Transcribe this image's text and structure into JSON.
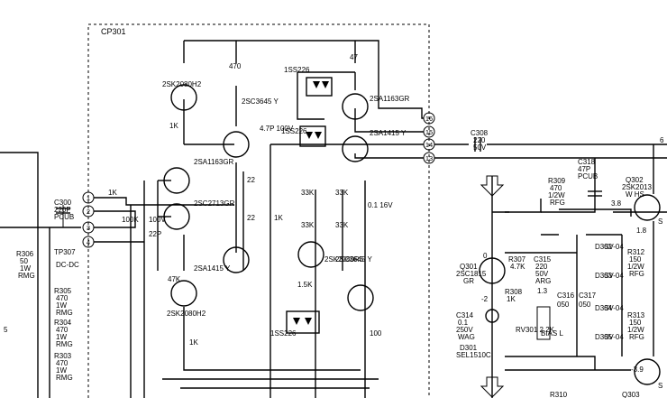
{
  "block": {
    "name": "CP301"
  },
  "pins_left": [
    "1",
    "2",
    "3",
    "4"
  ],
  "pins_right": [
    "16",
    "15",
    "14",
    "13"
  ],
  "labels": {
    "q_top": "2SK2080H2",
    "r470_top": "470",
    "r1k_a": "1K",
    "q_2sc3645_top": "2SC3645 Y",
    "c47p": "4.7P 100V",
    "d1ss226_top": "1SS226",
    "d1ss226_mid": "1SS226",
    "r47_top": "47",
    "q_2sa1163gr": "2SA1163GR",
    "q_2sa1163gr_r": "2SA1163GR",
    "q_2sa1415_r": "2SA1415 Y",
    "q_2sc2713": "2SC2713GR",
    "r22_a": "22",
    "r22_b": "22",
    "r1k_b": "1K",
    "c300": "C300",
    "c300v": "220P",
    "c300t": "PCUB",
    "r1k_in": "1K",
    "r100k": "100K",
    "c22p": "22P",
    "c100v": "100V",
    "tp307": "TP307",
    "dcdc": "DC-DC",
    "r306": "R306",
    "r306v": "50",
    "r306w": "1W",
    "r306t": "RMG",
    "r305": "R305",
    "r305v": "470",
    "r305w": "1W",
    "r305t": "RMG",
    "r304": "R304",
    "r304v": "470",
    "r304w": "1W",
    "r304t": "RMG",
    "r303": "R303",
    "r303v": "470",
    "r303w": "1W",
    "r303t": "RMG",
    "left_5": "5",
    "q_2sa1415_bot": "2SA1415 Y",
    "r47k": "47K",
    "q_2sk2080_bot": "2SK2080H2",
    "r1k_c": "1K",
    "r33k_a": "33K",
    "r33k_b": "33K",
    "r33k_c": "33K",
    "r33k_d": "33K",
    "c01": "0.1 16V",
    "q_2sk2080r5": "2SK2080R5",
    "r15k": "1.5K",
    "q_2sc3645_bot": "2SC3645 Y",
    "r100": "100",
    "d1ss226_bot": "1SS226",
    "c308": "C308",
    "c308v": "220",
    "c308w": "50V",
    "c318": "C318",
    "c318v": "47P",
    "c318t": "PCUB",
    "q302": "Q302",
    "q302t": "2SK2013",
    "q302u": "W HS",
    "r309": "R309",
    "r309v": "470",
    "r309w": "1/2W",
    "r309t": "RFG",
    "v38": "3.8",
    "v18": "1.8",
    "v39": "-3.9",
    "r312": "R312",
    "r312v": "150",
    "r312w": "1/2W",
    "r312t": "RFG",
    "r313": "R313",
    "r313v": "150",
    "r313w": "1/2W",
    "r313t": "RFG",
    "d302": "D302",
    "d302t": "SV-04",
    "d303": "D303",
    "d303t": "SV-04",
    "d304": "D304",
    "d304t": "SV-04",
    "d305": "D305",
    "d305t": "SV-04",
    "q301": "Q301",
    "q301t": "2SC1815",
    "q301u": "GR",
    "r307": "R307",
    "r307v": "4.7K",
    "c315": "C315",
    "c315v": "220",
    "c315w": "50V",
    "c315t": "ARG",
    "c316": "C316",
    "c316v": "050",
    "c317": "C317",
    "c317v": "050",
    "r308": "R308",
    "r308v": "1K",
    "rv301": "RV301 2.2K",
    "bias": "BIAS L",
    "c314": "C314",
    "c314v": "0.1",
    "c314w": "250V",
    "c314t": "WAG",
    "d301": "D301",
    "d301t": "SEL1510C",
    "v0": "0",
    "vm2": "-2",
    "v13": "1.3",
    "r310": "R310",
    "q303": "Q303",
    "right_6": "6",
    "right_s": "S",
    "right_s2": "S"
  }
}
